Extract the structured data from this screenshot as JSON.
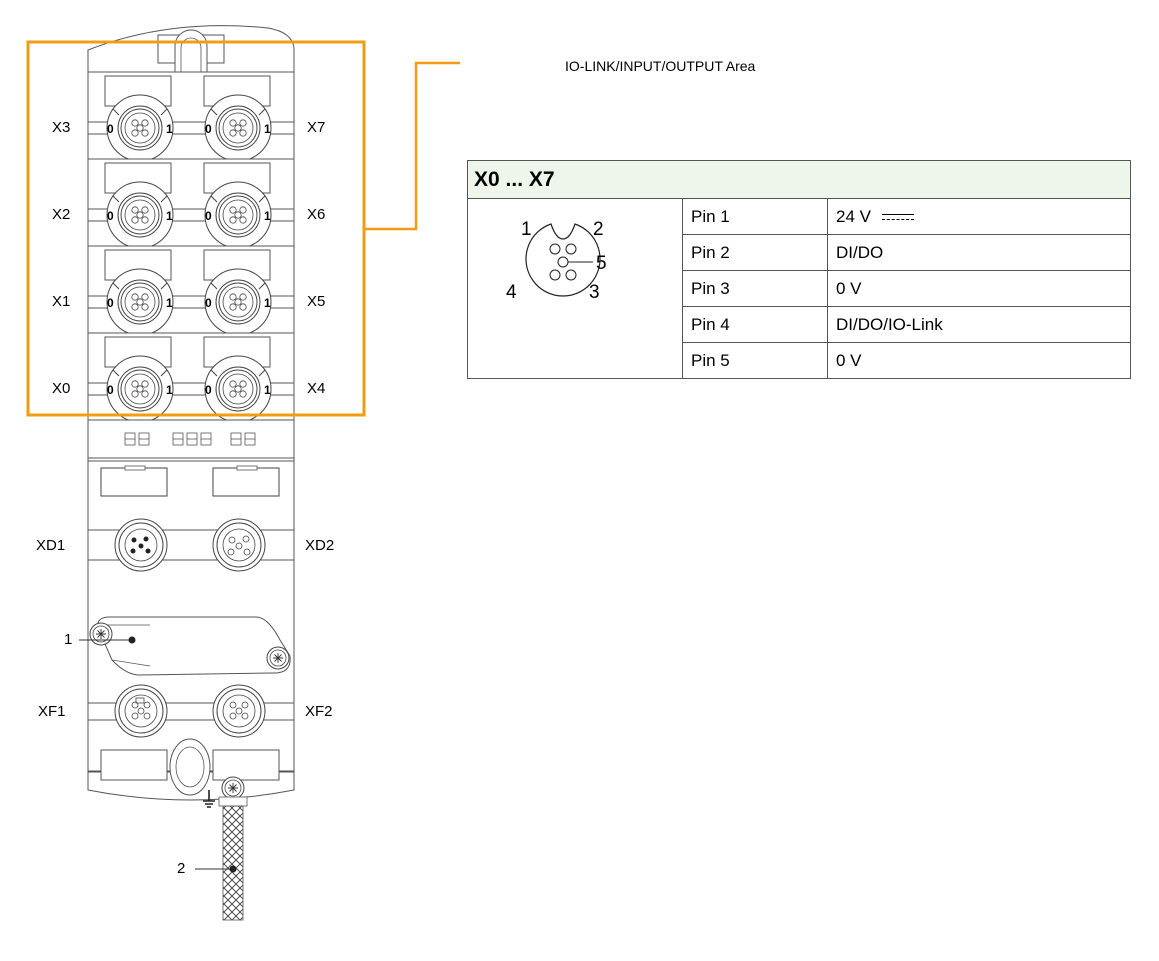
{
  "callout": {
    "area_label": "IO-LINK/INPUT/OUTPUT Area",
    "highlight_color": "#f39c12"
  },
  "device": {
    "port_labels_left": [
      "X3",
      "X2",
      "X1",
      "X0"
    ],
    "port_labels_right": [
      "X7",
      "X6",
      "X5",
      "X4"
    ],
    "channel_marks": [
      "0",
      "1"
    ],
    "power_ports": {
      "left": "XD1",
      "right": "XD2"
    },
    "fieldbus_ports": {
      "left": "XF1",
      "right": "XF2"
    },
    "callouts": [
      "1",
      "2"
    ],
    "icons": [
      "earth-ground-icon",
      "screw-icon"
    ]
  },
  "pin_table": {
    "title": "X0 ... X7",
    "header_bg": "#eef6ec",
    "connector_pin_numbers": [
      "1",
      "2",
      "3",
      "4",
      "5"
    ],
    "rows": [
      {
        "pin": "Pin 1",
        "function": "24 V",
        "dc_symbol": true
      },
      {
        "pin": "Pin 2",
        "function": "DI/DO"
      },
      {
        "pin": "Pin 3",
        "function": "0 V"
      },
      {
        "pin": "Pin 4",
        "function": "DI/DO/IO-Link"
      },
      {
        "pin": "Pin 5",
        "function": "0 V"
      }
    ]
  }
}
